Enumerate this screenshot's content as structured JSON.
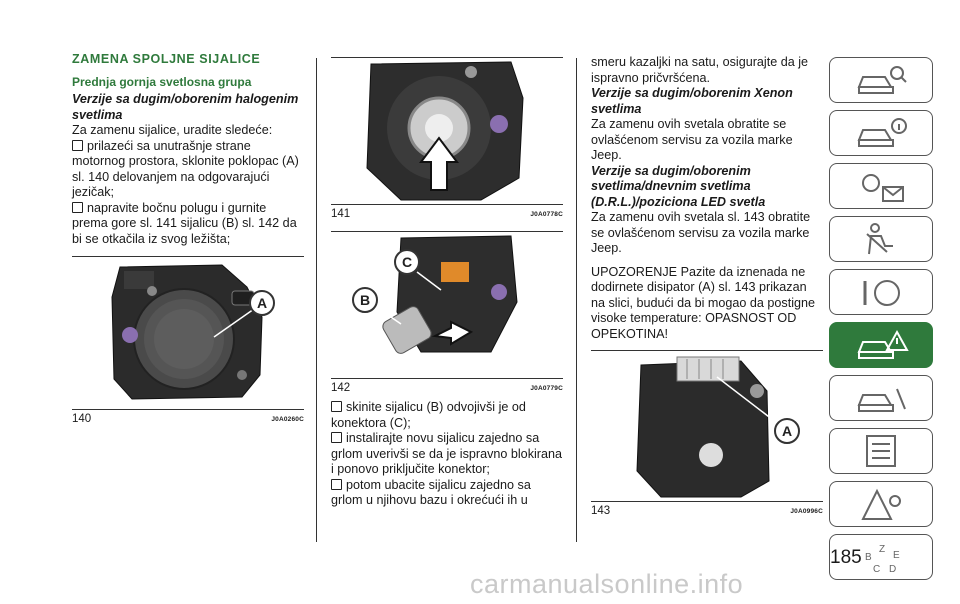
{
  "col1": {
    "heading": "ZAMENA SPOLJNE SIJALICE",
    "subheading": "Prednja gornja svetlosna grupa",
    "italic_heading": "Verzije sa dugim/oborenim halogenim svetlima",
    "intro": "Za zamenu sijalice, uradite sledeće:",
    "bullet1": "prilazeći sa unutrašnje strane motornog prostora, sklonite poklopac (A) sl. 140 delovanjem na odgovarajući jezičak;",
    "bullet2": "napravite bočnu polugu i gurnite prema gore sl. 141 sijalicu (B) sl. 142 da bi se otkačila iz svog ležišta;",
    "fig_num": "140",
    "fig_code": "J0A0260C",
    "fig_label": "A"
  },
  "col2": {
    "fig1_num": "141",
    "fig1_code": "J0A0778C",
    "fig2_num": "142",
    "fig2_code": "J0A0779C",
    "fig2_label_b": "B",
    "fig2_label_c": "C",
    "bullet1": "skinite sijalicu (B) odvojivši je od konektora (C);",
    "bullet2": "instalirajte novu sijalicu zajedno sa grlom uverivši se da je ispravno blokirana i ponovo priključite konektor;",
    "bullet3": "potom ubacite sijalicu zajedno sa grlom u njihovu bazu i okrećući ih u"
  },
  "col3": {
    "continuation": "smeru kazaljki na satu, osigurajte da je ispravno pričvršćena.",
    "italic_heading1": "Verzije sa dugim/oborenim Xenon svetlima",
    "para1": "Za zamenu ovih svetala obratite se ovlašćenom servisu za vozila marke Jeep.",
    "italic_heading2": "Verzije sa dugim/oborenim svetlima/dnevnim svetlima (D.R.L.)/poziciona LED svetla",
    "para2": "Za zamenu ovih svetala sl. 143 obratite se ovlašćenom servisu za vozila marke Jeep.",
    "warning": "UPOZORENJE Pazite da iznenada ne dodirnete disipator (A) sl. 143 prikazan na slici, budući da bi mogao da postigne visoke temperature: OPASNOST OD OPEKOTINA!",
    "fig_num": "143",
    "fig_code": "J0A0996C",
    "fig_label": "A"
  },
  "sidebar": {
    "accent": "#2f7a3c",
    "tabs": [
      "car-search-icon",
      "car-info-icon",
      "light-message-icon",
      "seat-belt-icon",
      "steering-wrench-icon",
      "car-warning-icon",
      "car-tools-icon",
      "list-icon",
      "map-music-icon",
      "alphabet-index-icon"
    ],
    "active_index": 5
  },
  "page_number": "185",
  "watermark": "carmanualsonline.info"
}
